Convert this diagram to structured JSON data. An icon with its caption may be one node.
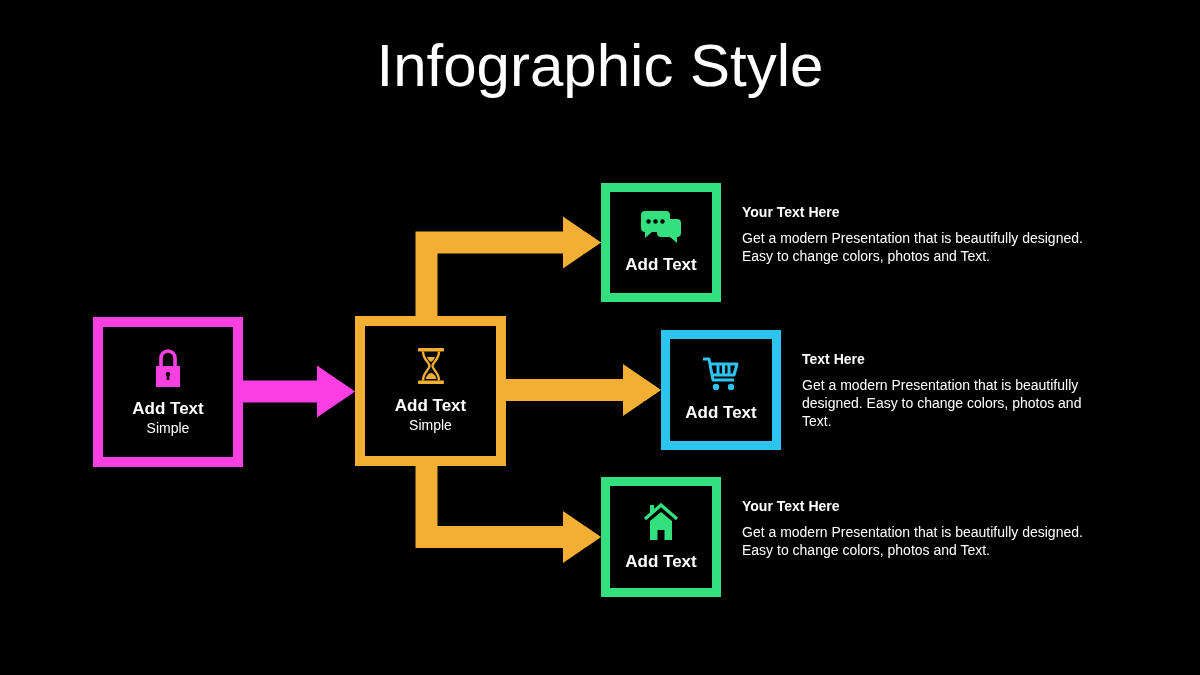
{
  "diagram": {
    "title": "Infographic Style",
    "nodes": [
      {
        "text": [
          "Add Text",
          "Simple"
        ]
      },
      {
        "text": [
          "Add Text",
          "Simple"
        ]
      },
      {
        "text": [
          "Add Text"
        ],
        "beside": [
          "Your Text Here",
          "Get a modern Presentation that is beautifully designed. Easy to change colors, photos and Text."
        ]
      },
      {
        "text": [
          "Add Text"
        ],
        "beside": [
          "Text Here",
          "Get a modern Presentation that is beautifully designed. Easy to change colors, photos and Text."
        ]
      },
      {
        "text": [
          "Add Text"
        ],
        "beside": [
          "Your Text Here",
          "Get a modern Presentation that is beautifully designed. Easy to change colors, photos and Text."
        ]
      }
    ],
    "edges": [
      {
        "from": 0,
        "to": 1,
        "arrow": "to",
        "color": "#fb3fe3"
      },
      {
        "from": 1,
        "to": 2,
        "arrow": "to"
      },
      {
        "from": 1,
        "to": 3,
        "arrow": "to"
      },
      {
        "from": 1,
        "to": 4,
        "arrow": "to"
      }
    ]
  }
}
